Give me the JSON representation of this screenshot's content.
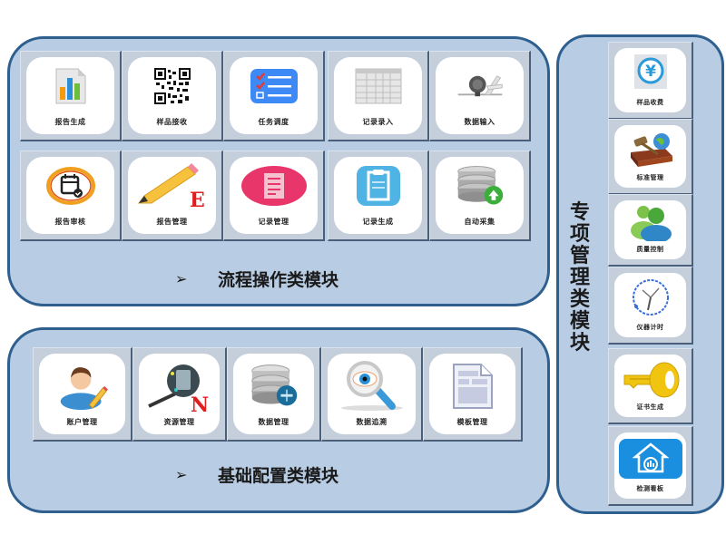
{
  "sections": {
    "process": {
      "title": "流程操作类模块",
      "arrow": "➢",
      "tiles": [
        {
          "label": "报告生成",
          "icon": "bar-chart-document-icon"
        },
        {
          "label": "样品接收",
          "icon": "qr-code-icon"
        },
        {
          "label": "任务调度",
          "icon": "checklist-icon"
        },
        {
          "label": "记录录入",
          "icon": "spreadsheet-icon"
        },
        {
          "label": "数据输入",
          "icon": "measuring-instrument-icon"
        },
        {
          "label": "报告审核",
          "icon": "calendar-check-icon"
        },
        {
          "label": "报告管理",
          "icon": "pencil-edit-icon"
        },
        {
          "label": "记录管理",
          "icon": "record-document-icon"
        },
        {
          "label": "记录生成",
          "icon": "clipboard-icon"
        },
        {
          "label": "自动采集",
          "icon": "database-upload-icon"
        }
      ]
    },
    "basic": {
      "title": "基础配置类模块",
      "arrow": "➢",
      "tiles": [
        {
          "label": "账户管理",
          "icon": "user-edit-icon"
        },
        {
          "label": "资源管理",
          "icon": "gauge-instrument-icon"
        },
        {
          "label": "数据管理",
          "icon": "database-icon"
        },
        {
          "label": "数据追溯",
          "icon": "magnifier-eye-icon"
        },
        {
          "label": "模板管理",
          "icon": "template-document-icon"
        }
      ]
    },
    "special": {
      "title_chars": [
        "专",
        "项",
        "管",
        "理",
        "类",
        "模",
        "块"
      ],
      "tiles": [
        {
          "label": "样品收费",
          "icon": "yuan-coin-icon"
        },
        {
          "label": "标准管理",
          "icon": "law-book-globe-icon"
        },
        {
          "label": "质量控制",
          "icon": "users-icon"
        },
        {
          "label": "仪器计时",
          "icon": "clock-icon"
        },
        {
          "label": "证书生成",
          "icon": "key-icon"
        },
        {
          "label": "检测看板",
          "icon": "home-dashboard-icon"
        }
      ]
    }
  }
}
